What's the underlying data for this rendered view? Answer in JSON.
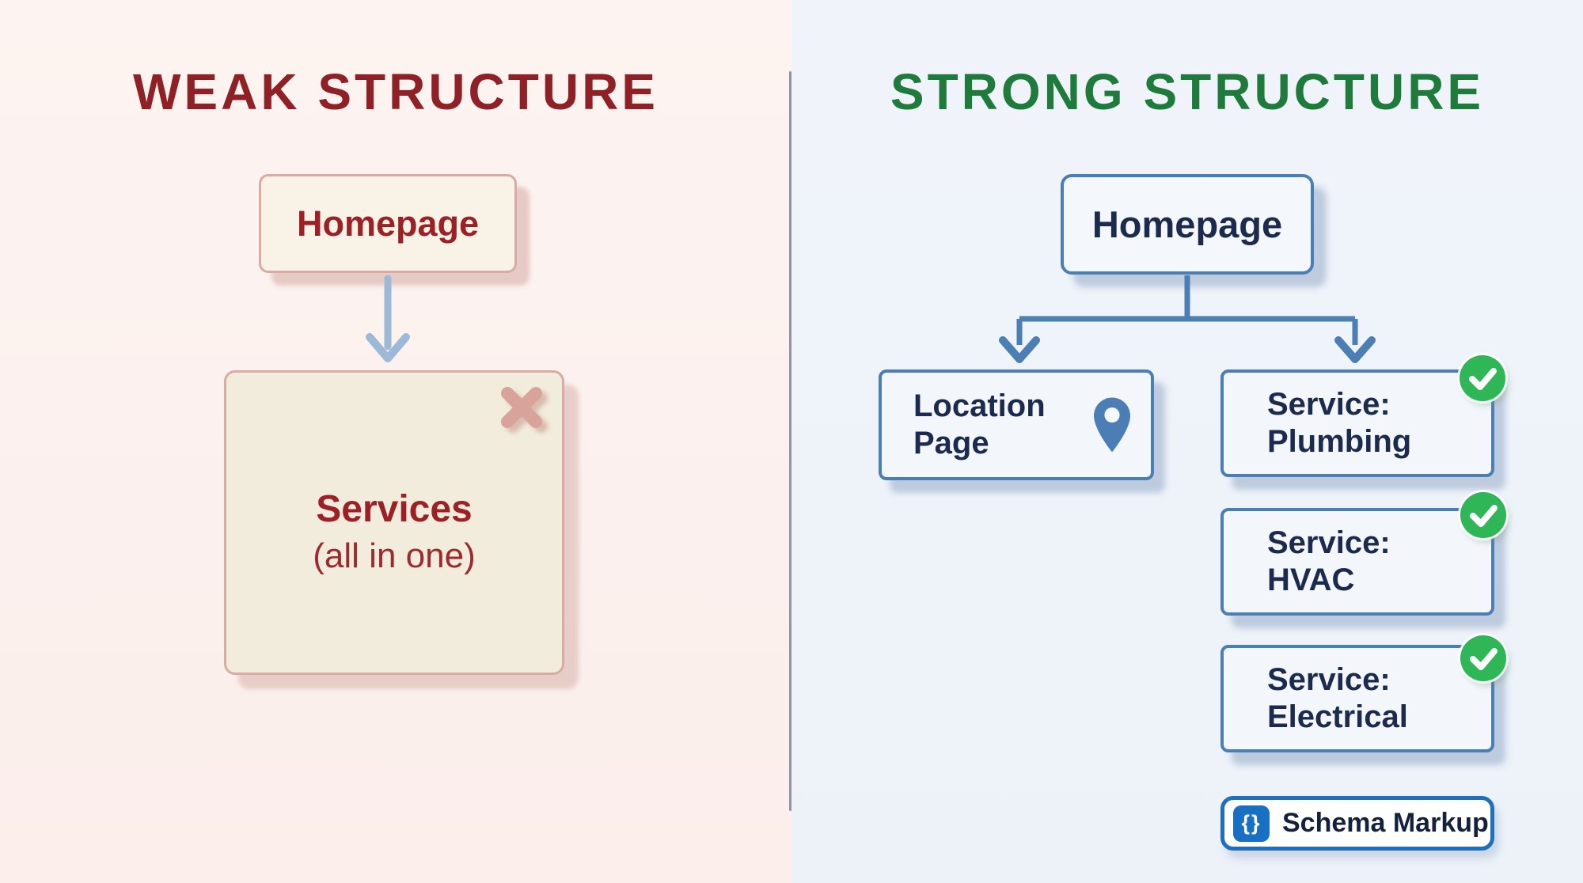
{
  "weak": {
    "title": "WEAK STRUCTURE",
    "homepage_label": "Homepage",
    "services_box": {
      "title": "Services",
      "subtitle": "(all in one)",
      "status_icon": "x-mark"
    }
  },
  "strong": {
    "title": "STRONG STRUCTURE",
    "homepage_label": "Homepage",
    "location": {
      "label": "Location Page",
      "icon": "map-pin"
    },
    "services": [
      {
        "label": "Service: Plumbing",
        "icon": "check-circle"
      },
      {
        "label": "Service: HVAC",
        "icon": "check-circle"
      },
      {
        "label": "Service: Electrical",
        "icon": "check-circle"
      }
    ],
    "schema": {
      "icon_text": "{}",
      "label": "Schema Markup",
      "icon": "curly-braces"
    }
  },
  "colors": {
    "weak_title": "#8E2026",
    "weak_text": "#9B2127",
    "weak_box_fill": "#F5EFDF",
    "weak_box_border": "#D9ABA3",
    "weak_background": "#FBF1EE",
    "x_mark": "#D8A39B",
    "weak_arrow": "#9DB9D8",
    "strong_title": "#1E7B3B",
    "strong_text": "#1C2B4D",
    "strong_box_border": "#4C7EB6",
    "strong_box_fill": "#F3F7FC",
    "strong_background": "#EDF2F9",
    "connector_blue": "#4C7EB6",
    "check_badge_green": "#2FB657",
    "schema_border": "#1E6FC0",
    "schema_chip": "#196FC2",
    "divider": "#8F959D"
  }
}
